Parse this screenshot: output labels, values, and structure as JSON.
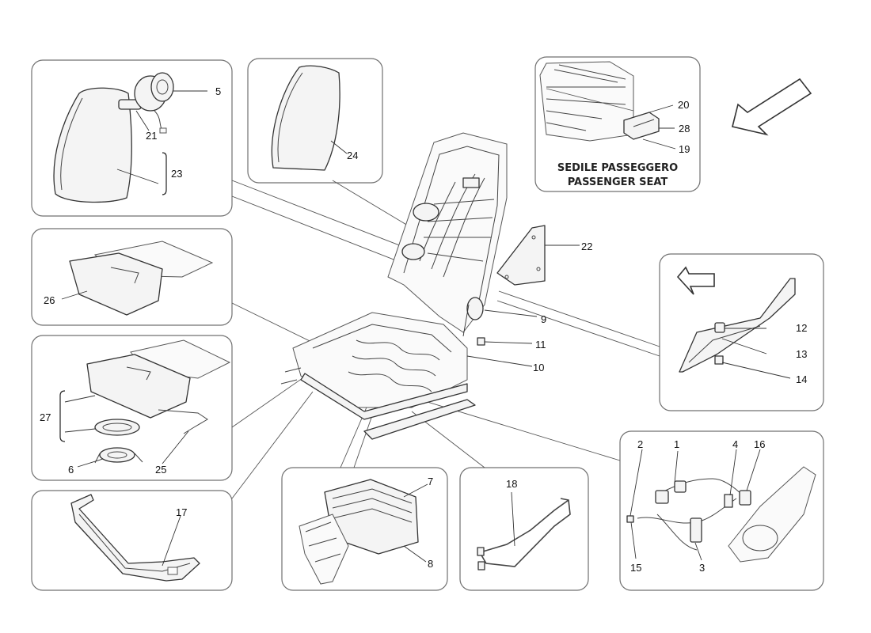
{
  "passenger_seat": {
    "label_it": "SEDILE PASSEGGERO",
    "label_en": "PASSENGER SEAT"
  },
  "callouts": {
    "p1": "1",
    "p2": "2",
    "p3": "3",
    "p4": "4",
    "p5": "5",
    "p6": "6",
    "p7": "7",
    "p8": "8",
    "p9": "9",
    "p10": "10",
    "p11": "11",
    "p12": "12",
    "p13": "13",
    "p14": "14",
    "p15": "15",
    "p16": "16",
    "p17": "17",
    "p18": "18",
    "p19": "19",
    "p20": "20",
    "p21": "21",
    "p22": "22",
    "p23": "23",
    "p24": "24",
    "p25": "25",
    "p26": "26",
    "p27": "27",
    "p28": "28"
  },
  "icons": {
    "direction_arrow_main": "front-direction-arrow-icon",
    "direction_arrow_detail": "front-direction-arrow-icon"
  }
}
